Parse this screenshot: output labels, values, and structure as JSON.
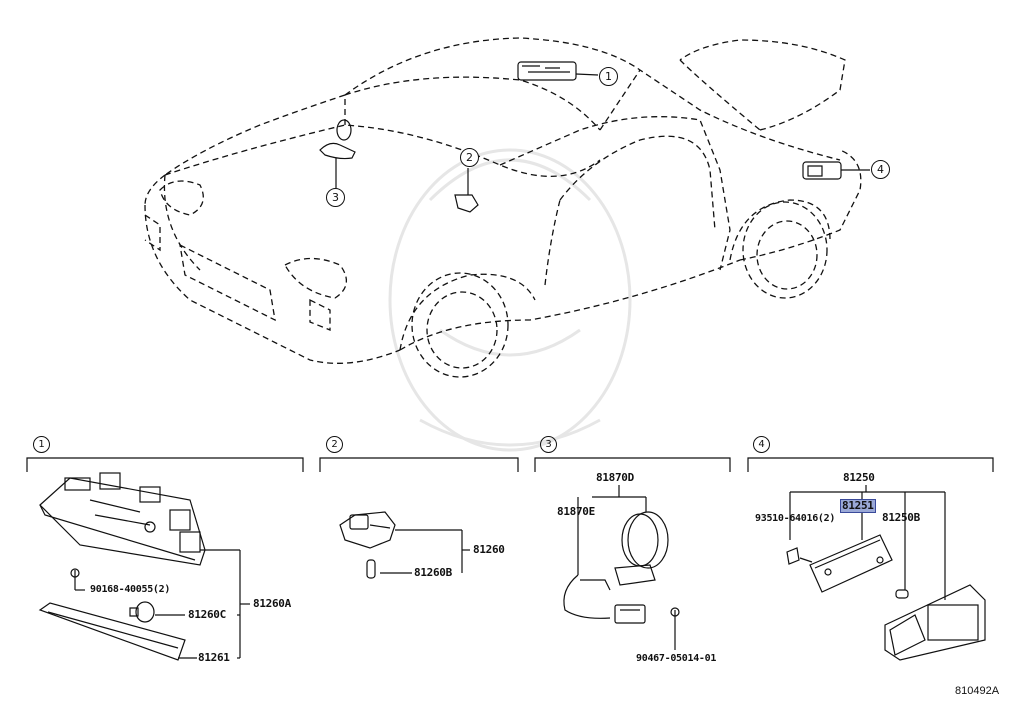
{
  "callouts": [
    "1",
    "2",
    "3",
    "4"
  ],
  "sections": [
    {
      "num": "1"
    },
    {
      "num": "2"
    },
    {
      "num": "3"
    },
    {
      "num": "4"
    }
  ],
  "parts": {
    "s1_bolt": "90168-40055(2)",
    "s1_bulb": "81260C",
    "s1_assy": "81260A",
    "s1_lens": "81261",
    "s2_assy": "81260",
    "s2_bulb": "81260B",
    "s3_top": "81870D",
    "s3_ring": "81870E",
    "s3_screw": "90467-05014-01",
    "s4_top": "81250",
    "s4_lens": "81251",
    "s4_screw": "93510-64016(2)",
    "s4_bulb": "81250B"
  },
  "colors": {
    "highlight": "#9aa8d6",
    "line": "#111111"
  },
  "diagram_ref": "810492A"
}
